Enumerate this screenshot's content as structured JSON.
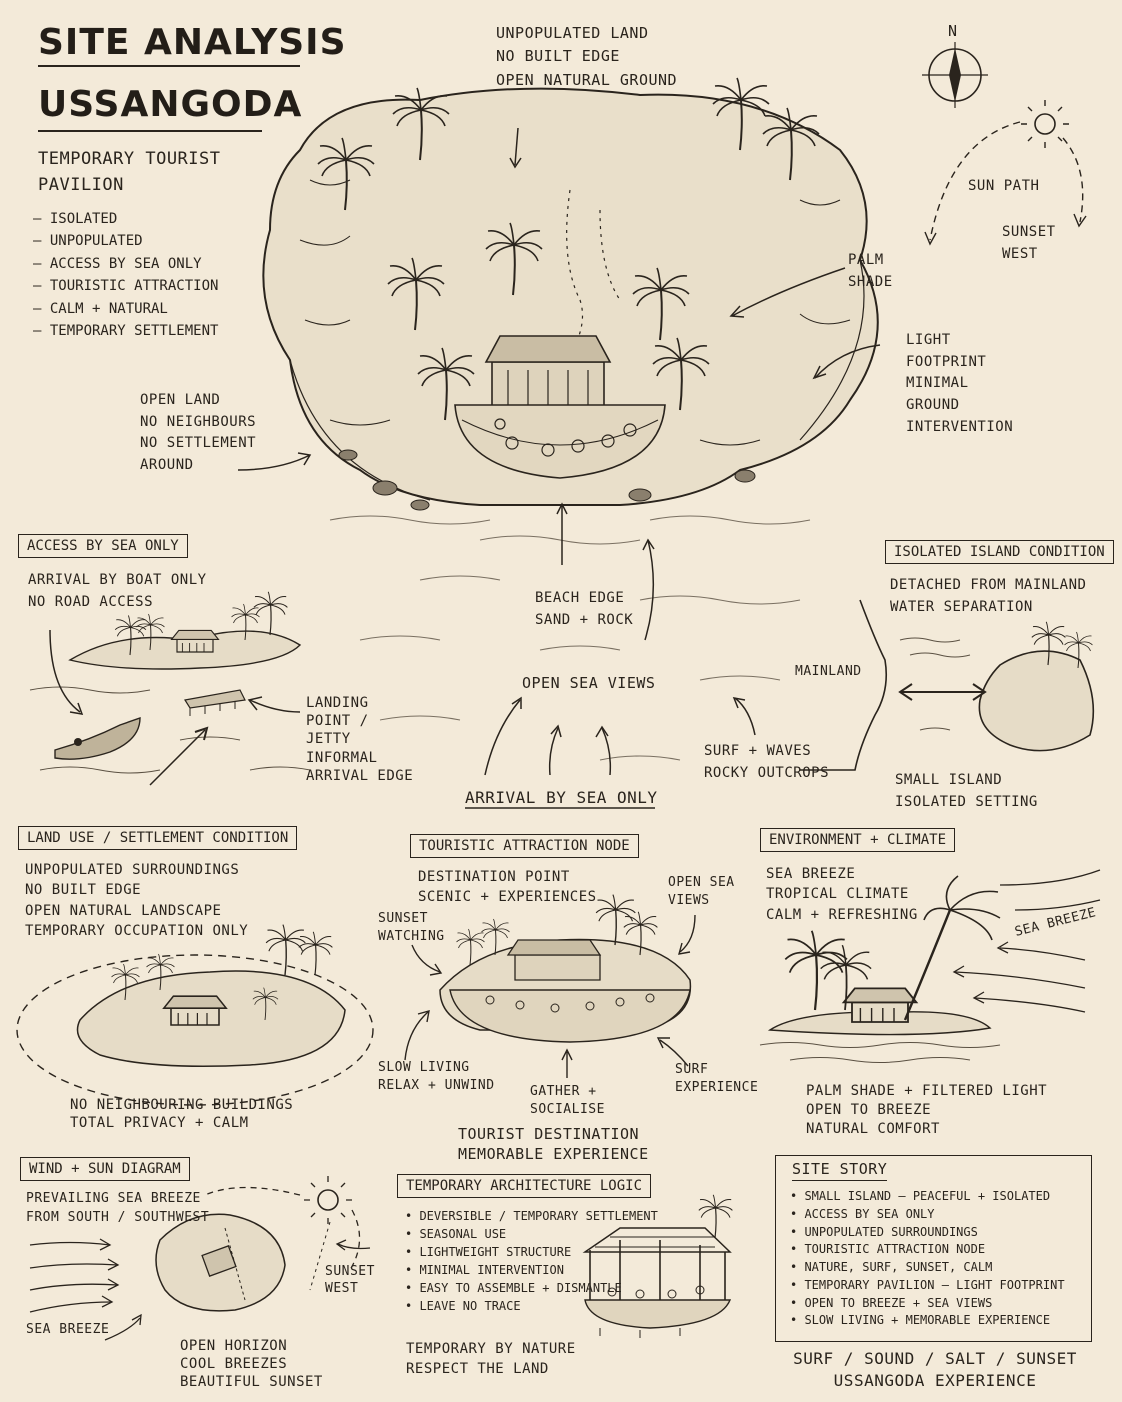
{
  "title": {
    "line1": "SITE ANALYSIS",
    "line2": "USSANGODA"
  },
  "subtitle": "TEMPORARY TOURIST\nPAVILION",
  "intro_list": [
    "ISOLATED",
    "UNPOPULATED",
    "ACCESS BY SEA ONLY",
    "TOURISTIC ATTRACTION",
    "CALM + NATURAL",
    "TEMPORARY SETTLEMENT"
  ],
  "compass_label": "N",
  "main_site": {
    "unpopulated": "UNPOPULATED LAND\nNO BUILT EDGE\nOPEN NATURAL GROUND",
    "sun_path": "SUN PATH",
    "sunset": "SUNSET\nWEST",
    "palm_shade": "PALM\nSHADE",
    "light_footprint": "LIGHT\nFOOTPRINT\nMINIMAL\nGROUND\nINTERVENTION",
    "open_land": "OPEN LAND\nNO NEIGHBOURS\nNO SETTLEMENT\nAROUND",
    "beach_edge": "BEACH EDGE\nSAND + ROCK",
    "open_sea_views": "OPEN SEA VIEWS",
    "surf_waves": "SURF + WAVES\nROCKY OUTCROPS",
    "arrival": "ARRIVAL BY SEA ONLY"
  },
  "access": {
    "heading": "ACCESS BY SEA ONLY",
    "text": "ARRIVAL BY BOAT ONLY\nNO ROAD ACCESS",
    "landing": "LANDING\nPOINT /\nJETTY\nINFORMAL\nARRIVAL EDGE"
  },
  "isolated": {
    "heading": "ISOLATED ISLAND CONDITION",
    "text": "DETACHED FROM MAINLAND\nWATER SEPARATION",
    "mainland": "MAINLAND",
    "small_island": "SMALL ISLAND\nISOLATED SETTING"
  },
  "land_use": {
    "heading": "LAND USE / SETTLEMENT CONDITION",
    "text": "UNPOPULATED SURROUNDINGS\nNO BUILT EDGE\nOPEN NATURAL LANDSCAPE\nTEMPORARY OCCUPATION ONLY",
    "bottom": "NO NEIGHBOURING BUILDINGS\nTOTAL PRIVACY + CALM"
  },
  "tourist": {
    "heading": "TOURISTIC ATTRACTION NODE",
    "text": "DESTINATION POINT\nSCENIC + EXPERIENCES",
    "open_sea": "OPEN SEA\nVIEWS",
    "sunset": "SUNSET\nWATCHING",
    "slow": "SLOW LIVING\nRELAX + UNWIND",
    "gather": "GATHER +\nSOCIALISE",
    "surf": "SURF\nEXPERIENCE",
    "bottom": "TOURIST DESTINATION\nMEMORABLE EXPERIENCE"
  },
  "environment": {
    "heading": "ENVIRONMENT + CLIMATE",
    "text": "SEA BREEZE\nTROPICAL CLIMATE\nCALM + REFRESHING",
    "sea_breeze": "SEA BREEZE",
    "bottom": "PALM SHADE + FILTERED LIGHT\nOPEN TO BREEZE\nNATURAL COMFORT"
  },
  "wind_sun": {
    "heading": "WIND + SUN DIAGRAM",
    "text": "PREVAILING SEA BREEZE\nFROM SOUTH / SOUTHWEST",
    "sunset": "SUNSET\nWEST",
    "sea_breeze": "SEA BREEZE",
    "bottom": "OPEN HORIZON\nCOOL BREEZES\nBEAUTIFUL SUNSET"
  },
  "temp_arch": {
    "heading": "TEMPORARY ARCHITECTURE LOGIC",
    "items": [
      "DEVERSIBLE / TEMPORARY SETTLEMENT",
      "SEASONAL USE",
      "LIGHTWEIGHT STRUCTURE",
      "MINIMAL INTERVENTION",
      "EASY TO ASSEMBLE + DISMANTLE",
      "LEAVE NO TRACE"
    ],
    "bottom": "TEMPORARY BY NATURE\nRESPECT THE LAND"
  },
  "site_story": {
    "heading": "SITE STORY",
    "items": [
      "SMALL ISLAND – PEACEFUL + ISOLATED",
      "ACCESS BY SEA ONLY",
      "UNPOPULATED SURROUNDINGS",
      "TOURISTIC ATTRACTION NODE",
      "NATURE, SURF, SUNSET, CALM",
      "TEMPORARY PAVILION – LIGHT FOOTPRINT",
      "OPEN TO BREEZE + SEA VIEWS",
      "SLOW LIVING + MEMORABLE EXPERIENCE"
    ],
    "footer": "SURF / SOUND / SALT / SUNSET\nUSSANGODA EXPERIENCE"
  }
}
